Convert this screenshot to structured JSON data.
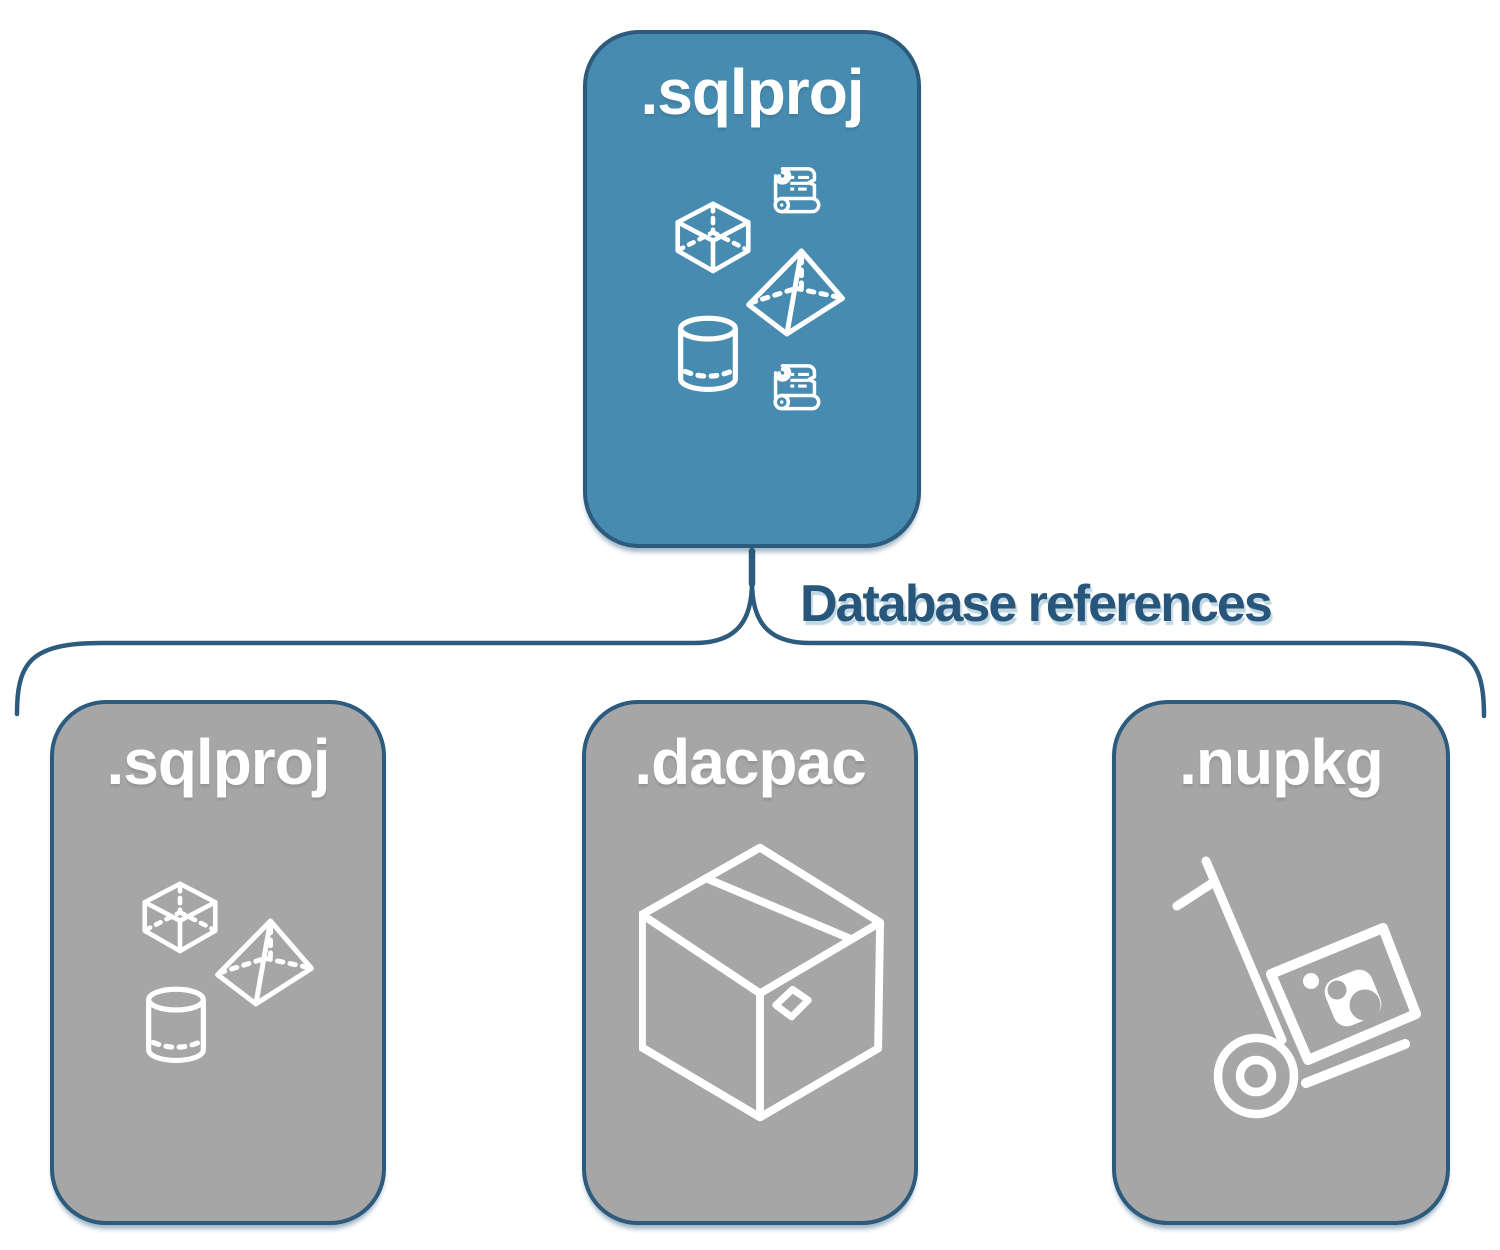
{
  "diagram": {
    "root_node": {
      "label": ".sqlproj",
      "icons": [
        "scroll-icon",
        "cube-icon",
        "pyramid-icon",
        "cylinder-icon",
        "scroll-icon"
      ]
    },
    "edge_label": "Database references",
    "child_nodes": [
      {
        "label": ".sqlproj",
        "icons": [
          "cube-icon",
          "pyramid-icon",
          "cylinder-icon"
        ]
      },
      {
        "label": ".dacpac",
        "icons": [
          "package-box-icon"
        ]
      },
      {
        "label": ".nupkg",
        "icons": [
          "hand-truck-package-icon"
        ]
      }
    ],
    "colors": {
      "root_fill": "#478CB0",
      "child_fill": "#A6A6A6",
      "outline": "#2D5B7D",
      "node_label": "#FFFFFF",
      "edge_label": "#28567B",
      "icon": "#FFFFFF",
      "background": "#FFFFFF"
    }
  }
}
